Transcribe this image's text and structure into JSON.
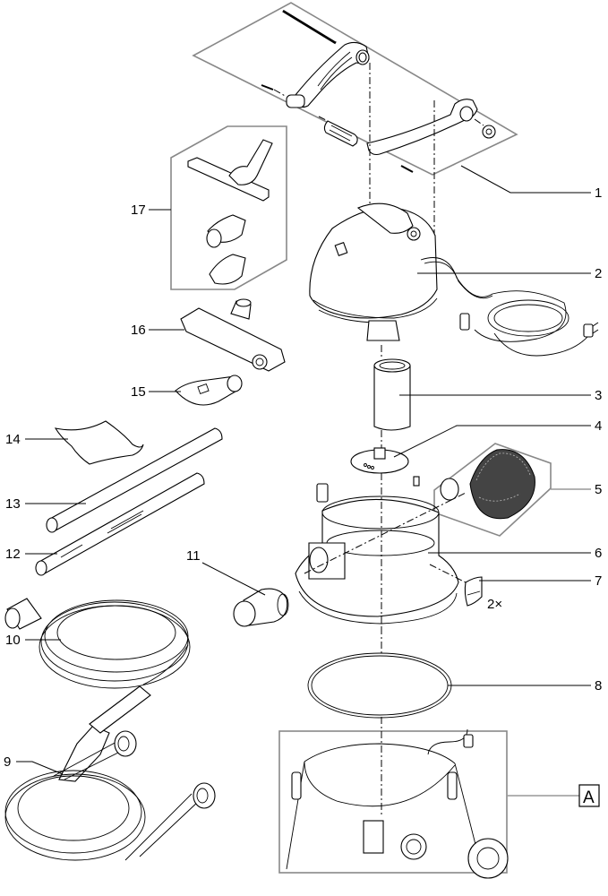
{
  "diagram": {
    "title": "Wet/dry vacuum cleaner exploded parts view",
    "parts": [
      {
        "id": "1",
        "description": "Carrying handle assembly"
      },
      {
        "id": "2",
        "description": "Motor head with power cord and plug"
      },
      {
        "id": "3",
        "description": "Cartridge filter"
      },
      {
        "id": "4",
        "description": "Filter retaining plate"
      },
      {
        "id": "5",
        "description": "Mesh filter bag with ring"
      },
      {
        "id": "6",
        "description": "Container upper housing"
      },
      {
        "id": "7",
        "description": "Clamp latch",
        "quantity": "2×"
      },
      {
        "id": "8",
        "description": "Sealing ring"
      },
      {
        "id": "9",
        "description": "Pressure hose with couplings"
      },
      {
        "id": "10",
        "description": "Suction hose with crevice tube"
      },
      {
        "id": "11",
        "description": "Hose connector"
      },
      {
        "id": "12",
        "description": "Suction tube"
      },
      {
        "id": "13",
        "description": "Suction tube"
      },
      {
        "id": "14",
        "description": "Cloth"
      },
      {
        "id": "15",
        "description": "Upholstery nozzle"
      },
      {
        "id": "16",
        "description": "Floor nozzle"
      },
      {
        "id": "17",
        "description": "Nozzle set"
      }
    ],
    "callouts": {
      "p1": "1",
      "p2": "2",
      "p3": "3",
      "p4": "4",
      "p5": "5",
      "p6": "6",
      "p7": "7",
      "p7qty": "2×",
      "p8": "8",
      "p9": "9",
      "p10": "10",
      "p11": "11",
      "p12": "12",
      "p13": "13",
      "p14": "14",
      "p15": "15",
      "p16": "16",
      "p17": "17",
      "detailA": "A"
    }
  }
}
